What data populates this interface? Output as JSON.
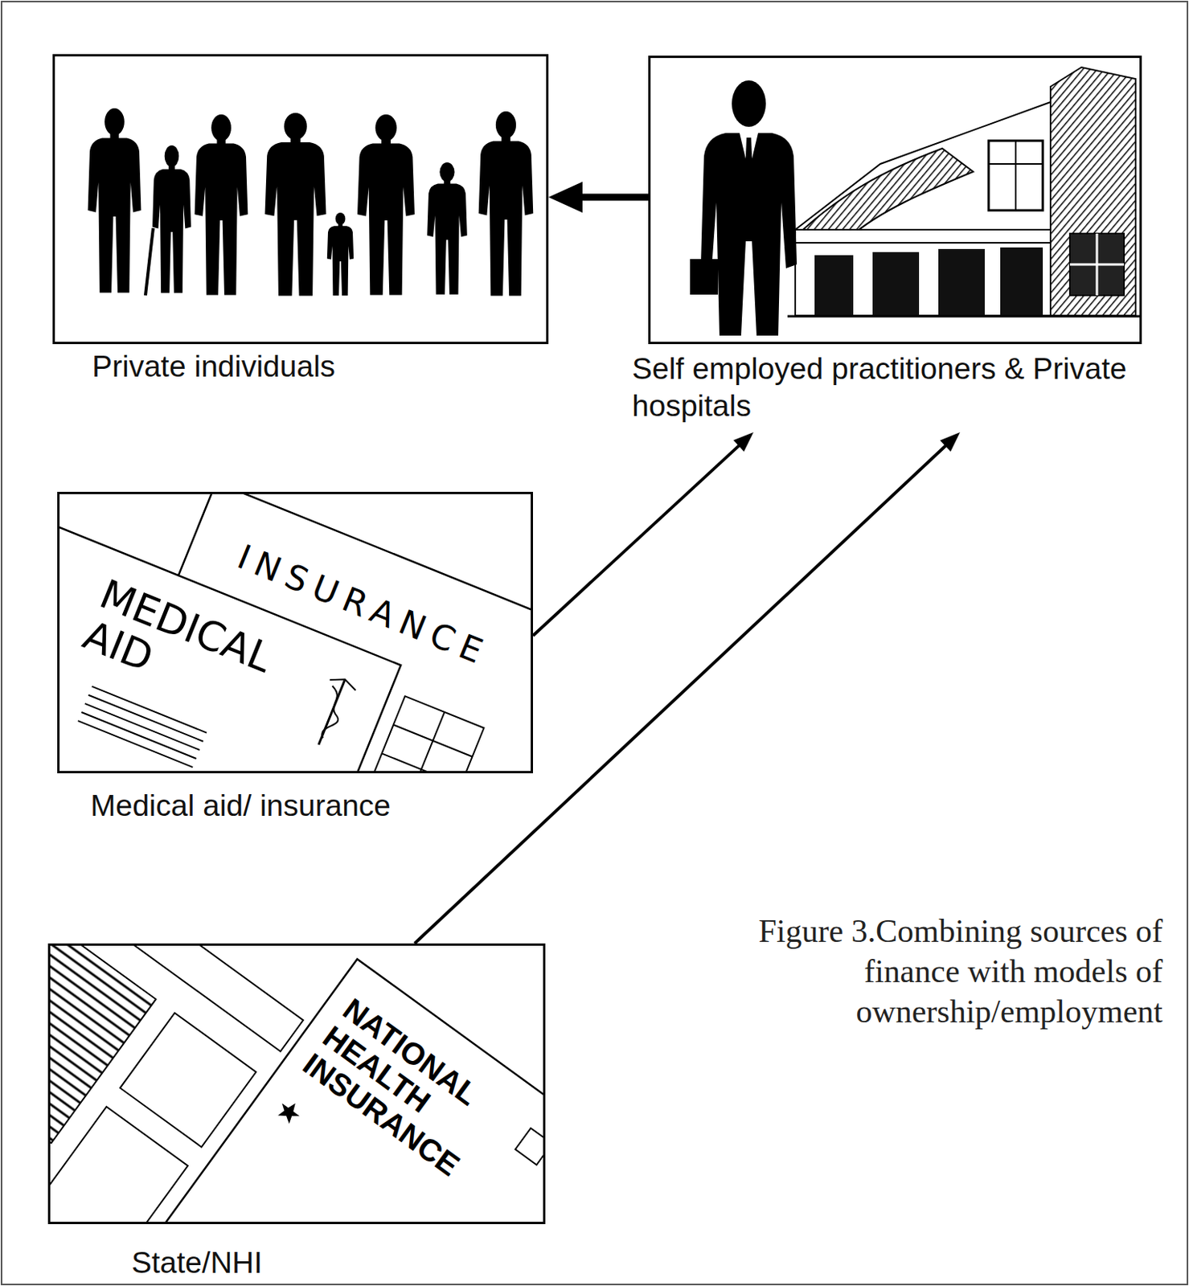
{
  "diagram": {
    "caption": "Figure 3.Combining sources of finance with models of ownership/employment",
    "nodes": [
      {
        "text": [
          "Private individuals"
        ]
      },
      {
        "text": [
          "Self employed practitioners & Private hospitals"
        ]
      },
      {
        "text": [
          "Medical aid/ insurance"
        ]
      },
      {
        "text": [
          "State/NHI"
        ]
      }
    ],
    "edges": [
      {
        "from": 1,
        "to": 0,
        "arrow": "to"
      },
      {
        "from": 2,
        "to": 1,
        "arrow": "to"
      },
      {
        "from": 3,
        "to": 1,
        "arrow": "to"
      }
    ],
    "labels": [
      "INSURANCE",
      "MEDICAL AID",
      "NATIONAL HEALTH INSURANCE"
    ]
  }
}
